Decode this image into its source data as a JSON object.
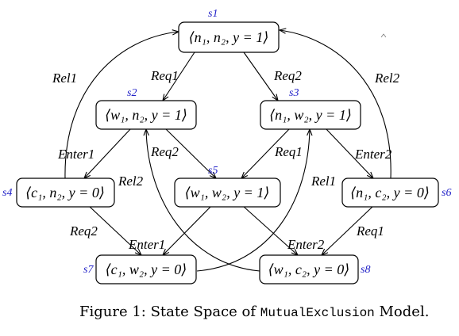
{
  "diagram": {
    "states": {
      "s1": {
        "id": "s1",
        "tuple": "⟨n₁, n₂, y = 1⟩"
      },
      "s2": {
        "id": "s2",
        "tuple": "⟨w₁, n₂, y = 1⟩"
      },
      "s3": {
        "id": "s3",
        "tuple": "⟨n₁, w₂, y = 1⟩"
      },
      "s4": {
        "id": "s4",
        "tuple": "⟨c₁, n₂, y = 0⟩"
      },
      "s5": {
        "id": "s5",
        "tuple": "⟨w₁, w₂, y = 1⟩"
      },
      "s6": {
        "id": "s6",
        "tuple": "⟨n₁, c₂, y = 0⟩"
      },
      "s7": {
        "id": "s7",
        "tuple": "⟨c₁, w₂, y = 0⟩"
      },
      "s8": {
        "id": "s8",
        "tuple": "⟨w₁, c₂, y = 0⟩"
      }
    },
    "edges": {
      "s1_s2": "Req1",
      "s1_s3": "Req2",
      "s4_s1": "Rel1",
      "s6_s1": "Rel2",
      "s2_s4": "Enter1",
      "s2_s5": "Req2",
      "s3_s5": "Req1",
      "s3_s6": "Enter2",
      "s4_s7": "Req2",
      "s5_s7": "Enter1",
      "s5_s8": "Enter2",
      "s6_s8": "Req1",
      "s7_s3": "Rel1",
      "s8_s2": "Rel2"
    },
    "caption": {
      "prefix": "Figure 1: State Space of ",
      "model": "MutualExclusion",
      "suffix": " Model."
    }
  }
}
